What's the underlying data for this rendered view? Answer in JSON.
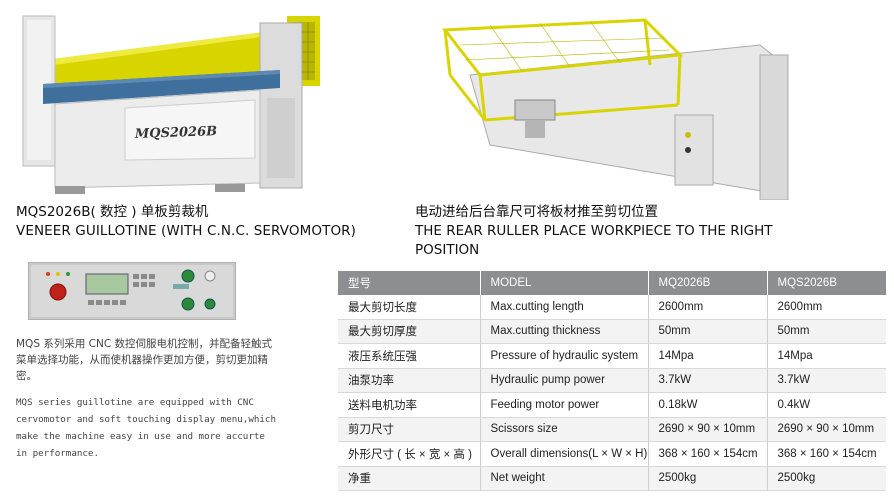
{
  "left_product": {
    "machine_label": "MQS2026B",
    "caption_cn": "MQS2026B( 数控 ) 单板剪裁机",
    "caption_en": "VENEER GUILLOTINE (WITH C.N.C. SERVOMOTOR)"
  },
  "right_product": {
    "caption_cn": "电动进给后台靠尺可将板材推至剪切位置",
    "caption_en_line1": "THE REAR RULLER PLACE WORKPIECE TO THE RIGHT",
    "caption_en_line2": "POSITION"
  },
  "description": {
    "cn": "MQS 系列采用 CNC 数控伺服电机控制，并配备轻触式菜单选择功能，从而使机器操作更加方便，剪切更加精密。",
    "en": "MQS series guillotine are equipped with CNC cervomotor and soft touching display menu,which make the machine easy in use and more accurte in performance."
  },
  "colors": {
    "accent_yellow": "#d8d400",
    "panel_blue": "#3f6f9c",
    "header_gray": "#8c8e92"
  },
  "spec_table": {
    "headers": [
      "型号",
      "MODEL",
      "MQ2026B",
      "MQS2026B"
    ],
    "rows": [
      [
        "最大剪切长度",
        "Max.cutting length",
        "2600mm",
        "2600mm"
      ],
      [
        "最大剪切厚度",
        "Max.cutting thickness",
        "50mm",
        "50mm"
      ],
      [
        "液压系统压强",
        "Pressure of hydraulic system",
        "14Mpa",
        "14Mpa"
      ],
      [
        "油泵功率",
        "Hydraulic pump power",
        "3.7kW",
        "3.7kW"
      ],
      [
        "送料电机功率",
        "Feeding motor power",
        "0.18kW",
        "0.4kW"
      ],
      [
        "剪刀尺寸",
        "Scissors size",
        "2690 × 90 × 10mm",
        "2690 × 90 × 10mm"
      ],
      [
        "外形尺寸 ( 长 × 宽 × 高 )",
        "Overall dimensions(L × W × H)",
        "368 × 160 × 154cm",
        "368 × 160 × 154cm"
      ],
      [
        "净重",
        "Net weight",
        "2500kg",
        "2500kg"
      ]
    ]
  }
}
